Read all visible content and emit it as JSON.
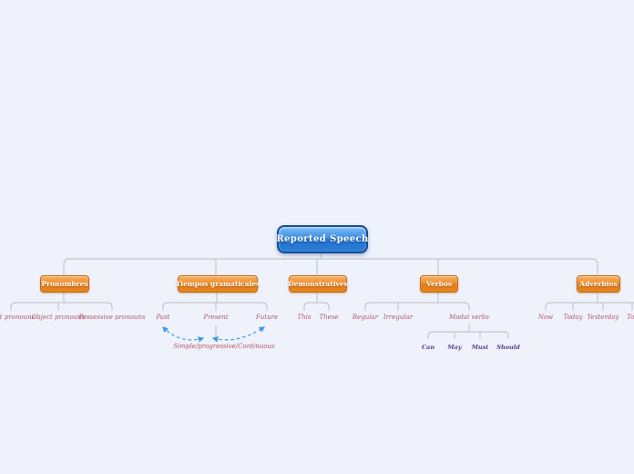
{
  "root": {
    "label": "Reported Speech"
  },
  "branches": {
    "pronombres": {
      "label": "Pronombres",
      "children": {
        "subject": "Subject pronouns",
        "object": "Object pronouns",
        "possessive": "Possessive pronouns"
      }
    },
    "tiempos": {
      "label": "Tiempos gramaticales",
      "children": {
        "past": "Past",
        "present": "Present",
        "future": "Future"
      },
      "note": "Simple/progressive/Continuous"
    },
    "demonstratives": {
      "label": "Demonstratives",
      "children": {
        "this": "This",
        "these": "These"
      }
    },
    "verbos": {
      "label": "Verbos",
      "children": {
        "regular": "Regular",
        "irregular": "Irregular",
        "modal": "Modal verbs"
      },
      "modal_children": {
        "can": "Can",
        "may": "May",
        "must": "Must",
        "should": "Should"
      }
    },
    "adverbios": {
      "label": "Adverbios",
      "children": {
        "now": "Now",
        "today": "Today",
        "yesterday": "Yesterday",
        "tomorrow": "Tomorrow"
      }
    }
  },
  "colors": {
    "background": "#eff2fb",
    "root_fill": "#2f80d9",
    "root_border": "#1a4c94",
    "branch_fill": "#e8851f",
    "branch_border": "#c4660d",
    "connector": "#c3c6cf",
    "leaf_text": "#b2576a",
    "modal_text": "#5a3a85",
    "arrow": "#3f9ae2"
  }
}
